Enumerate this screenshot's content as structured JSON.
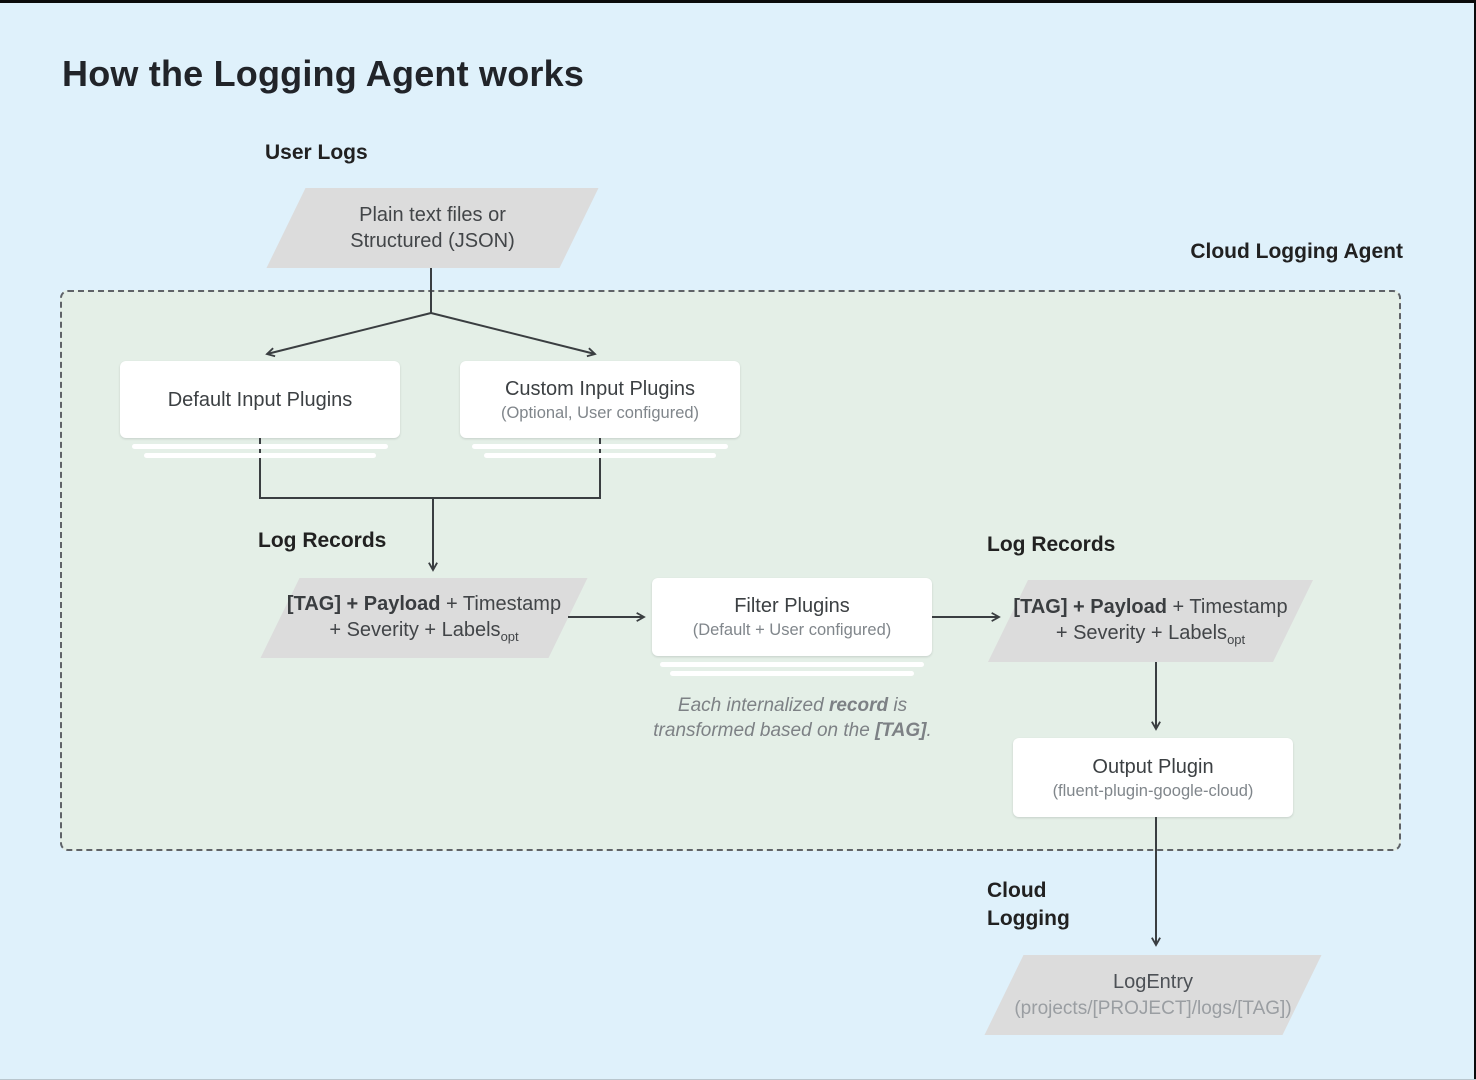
{
  "page": {
    "title": "How the Logging Agent works"
  },
  "labels": {
    "user_logs": "User Logs",
    "cloud_logging_agent": "Cloud Logging Agent",
    "log_records_left": "Log Records",
    "log_records_right": "Log Records",
    "cloud_logging_line1": "Cloud",
    "cloud_logging_line2": "Logging"
  },
  "nodes": {
    "user_input": {
      "line1": "Plain text files or",
      "line2": "Structured (JSON)"
    },
    "default_input": {
      "title": "Default Input Plugins"
    },
    "custom_input": {
      "title": "Custom Input Plugins",
      "subtitle": "(Optional, User configured)"
    },
    "log_record_left": {
      "bold1": "[TAG] + Payload",
      "rest1": " + Timestamp",
      "line2": "+ Severity + Labels",
      "subscript": "opt"
    },
    "filter": {
      "title": "Filter Plugins",
      "subtitle": "(Default + User configured)"
    },
    "log_record_right": {
      "bold1": "[TAG] + Payload",
      "rest1": " + Timestamp",
      "line2": "+ Severity + Labels",
      "subscript": "opt"
    },
    "output": {
      "title": "Output Plugin",
      "subtitle": "(fluent-plugin-google-cloud)"
    },
    "log_entry": {
      "title": "LogEntry",
      "subtitle": "(projects/[PROJECT]/logs/[TAG])"
    }
  },
  "note": {
    "part1": "Each internalized ",
    "bold1": "record",
    "part2": " is",
    "part3": "transformed based on the ",
    "bold2": "[TAG]",
    "part4": "."
  },
  "colors": {
    "background": "#dff1fb",
    "agent_box_fill": "#e4efe7",
    "agent_box_border": "#5f6368",
    "shape_gray": "#dcdcdc",
    "node_fill": "#ffffff",
    "connector": "#3a3e41",
    "text_dark": "#212121",
    "text_medium": "#3c4043",
    "text_gray": "#80868b"
  }
}
